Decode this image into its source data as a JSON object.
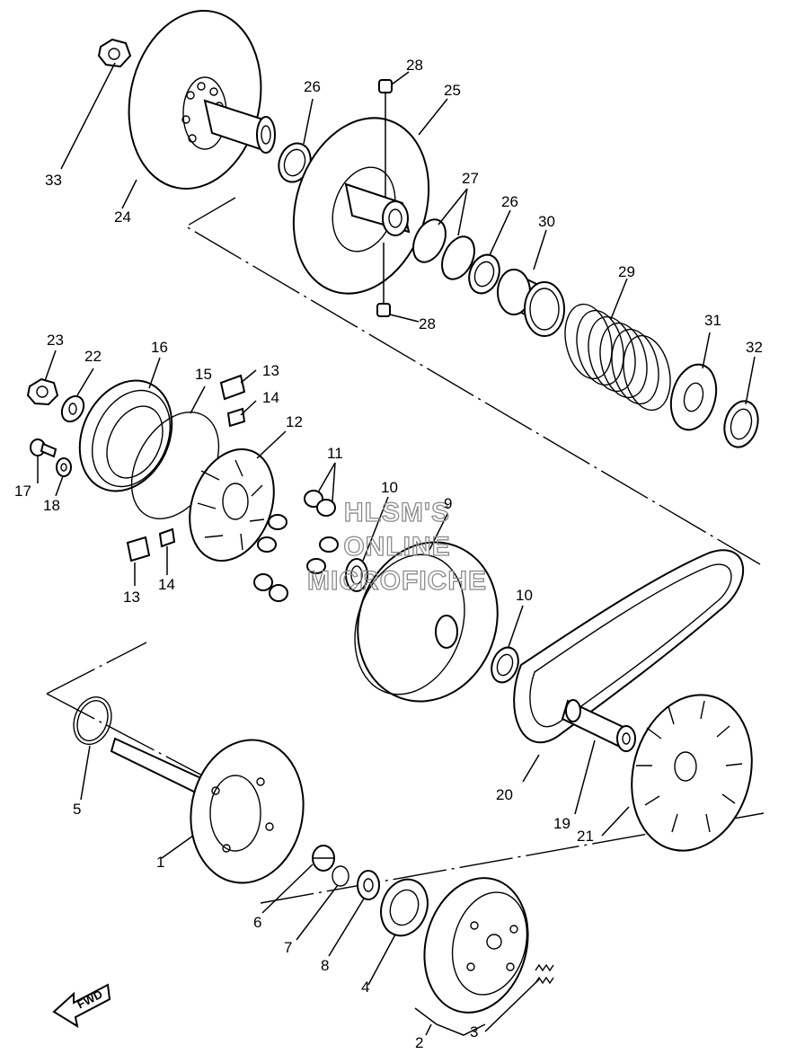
{
  "watermark": {
    "line1": "HLSM'S",
    "line2": "ONLINE",
    "line3": "MICROFICHE"
  },
  "direction_badge": "FWD",
  "callouts": [
    {
      "id": "c1",
      "text": "1"
    },
    {
      "id": "c2",
      "text": "2"
    },
    {
      "id": "c3",
      "text": "3"
    },
    {
      "id": "c4",
      "text": "4"
    },
    {
      "id": "c5",
      "text": "5"
    },
    {
      "id": "c6",
      "text": "6"
    },
    {
      "id": "c7",
      "text": "7"
    },
    {
      "id": "c8",
      "text": "8"
    },
    {
      "id": "c9",
      "text": "9"
    },
    {
      "id": "c10a",
      "text": "10"
    },
    {
      "id": "c10b",
      "text": "10"
    },
    {
      "id": "c11",
      "text": "11"
    },
    {
      "id": "c12",
      "text": "12"
    },
    {
      "id": "c13a",
      "text": "13"
    },
    {
      "id": "c13b",
      "text": "13"
    },
    {
      "id": "c14a",
      "text": "14"
    },
    {
      "id": "c14b",
      "text": "14"
    },
    {
      "id": "c15",
      "text": "15"
    },
    {
      "id": "c16",
      "text": "16"
    },
    {
      "id": "c17",
      "text": "17"
    },
    {
      "id": "c18",
      "text": "18"
    },
    {
      "id": "c19",
      "text": "19"
    },
    {
      "id": "c20",
      "text": "20"
    },
    {
      "id": "c21",
      "text": "21"
    },
    {
      "id": "c22",
      "text": "22"
    },
    {
      "id": "c23",
      "text": "23"
    },
    {
      "id": "c24",
      "text": "24"
    },
    {
      "id": "c25",
      "text": "25"
    },
    {
      "id": "c26a",
      "text": "26"
    },
    {
      "id": "c26b",
      "text": "26"
    },
    {
      "id": "c27",
      "text": "27"
    },
    {
      "id": "c28a",
      "text": "28"
    },
    {
      "id": "c28b",
      "text": "28"
    },
    {
      "id": "c29",
      "text": "29"
    },
    {
      "id": "c30",
      "text": "30"
    },
    {
      "id": "c31",
      "text": "31"
    },
    {
      "id": "c32",
      "text": "32"
    },
    {
      "id": "c33",
      "text": "33"
    }
  ]
}
